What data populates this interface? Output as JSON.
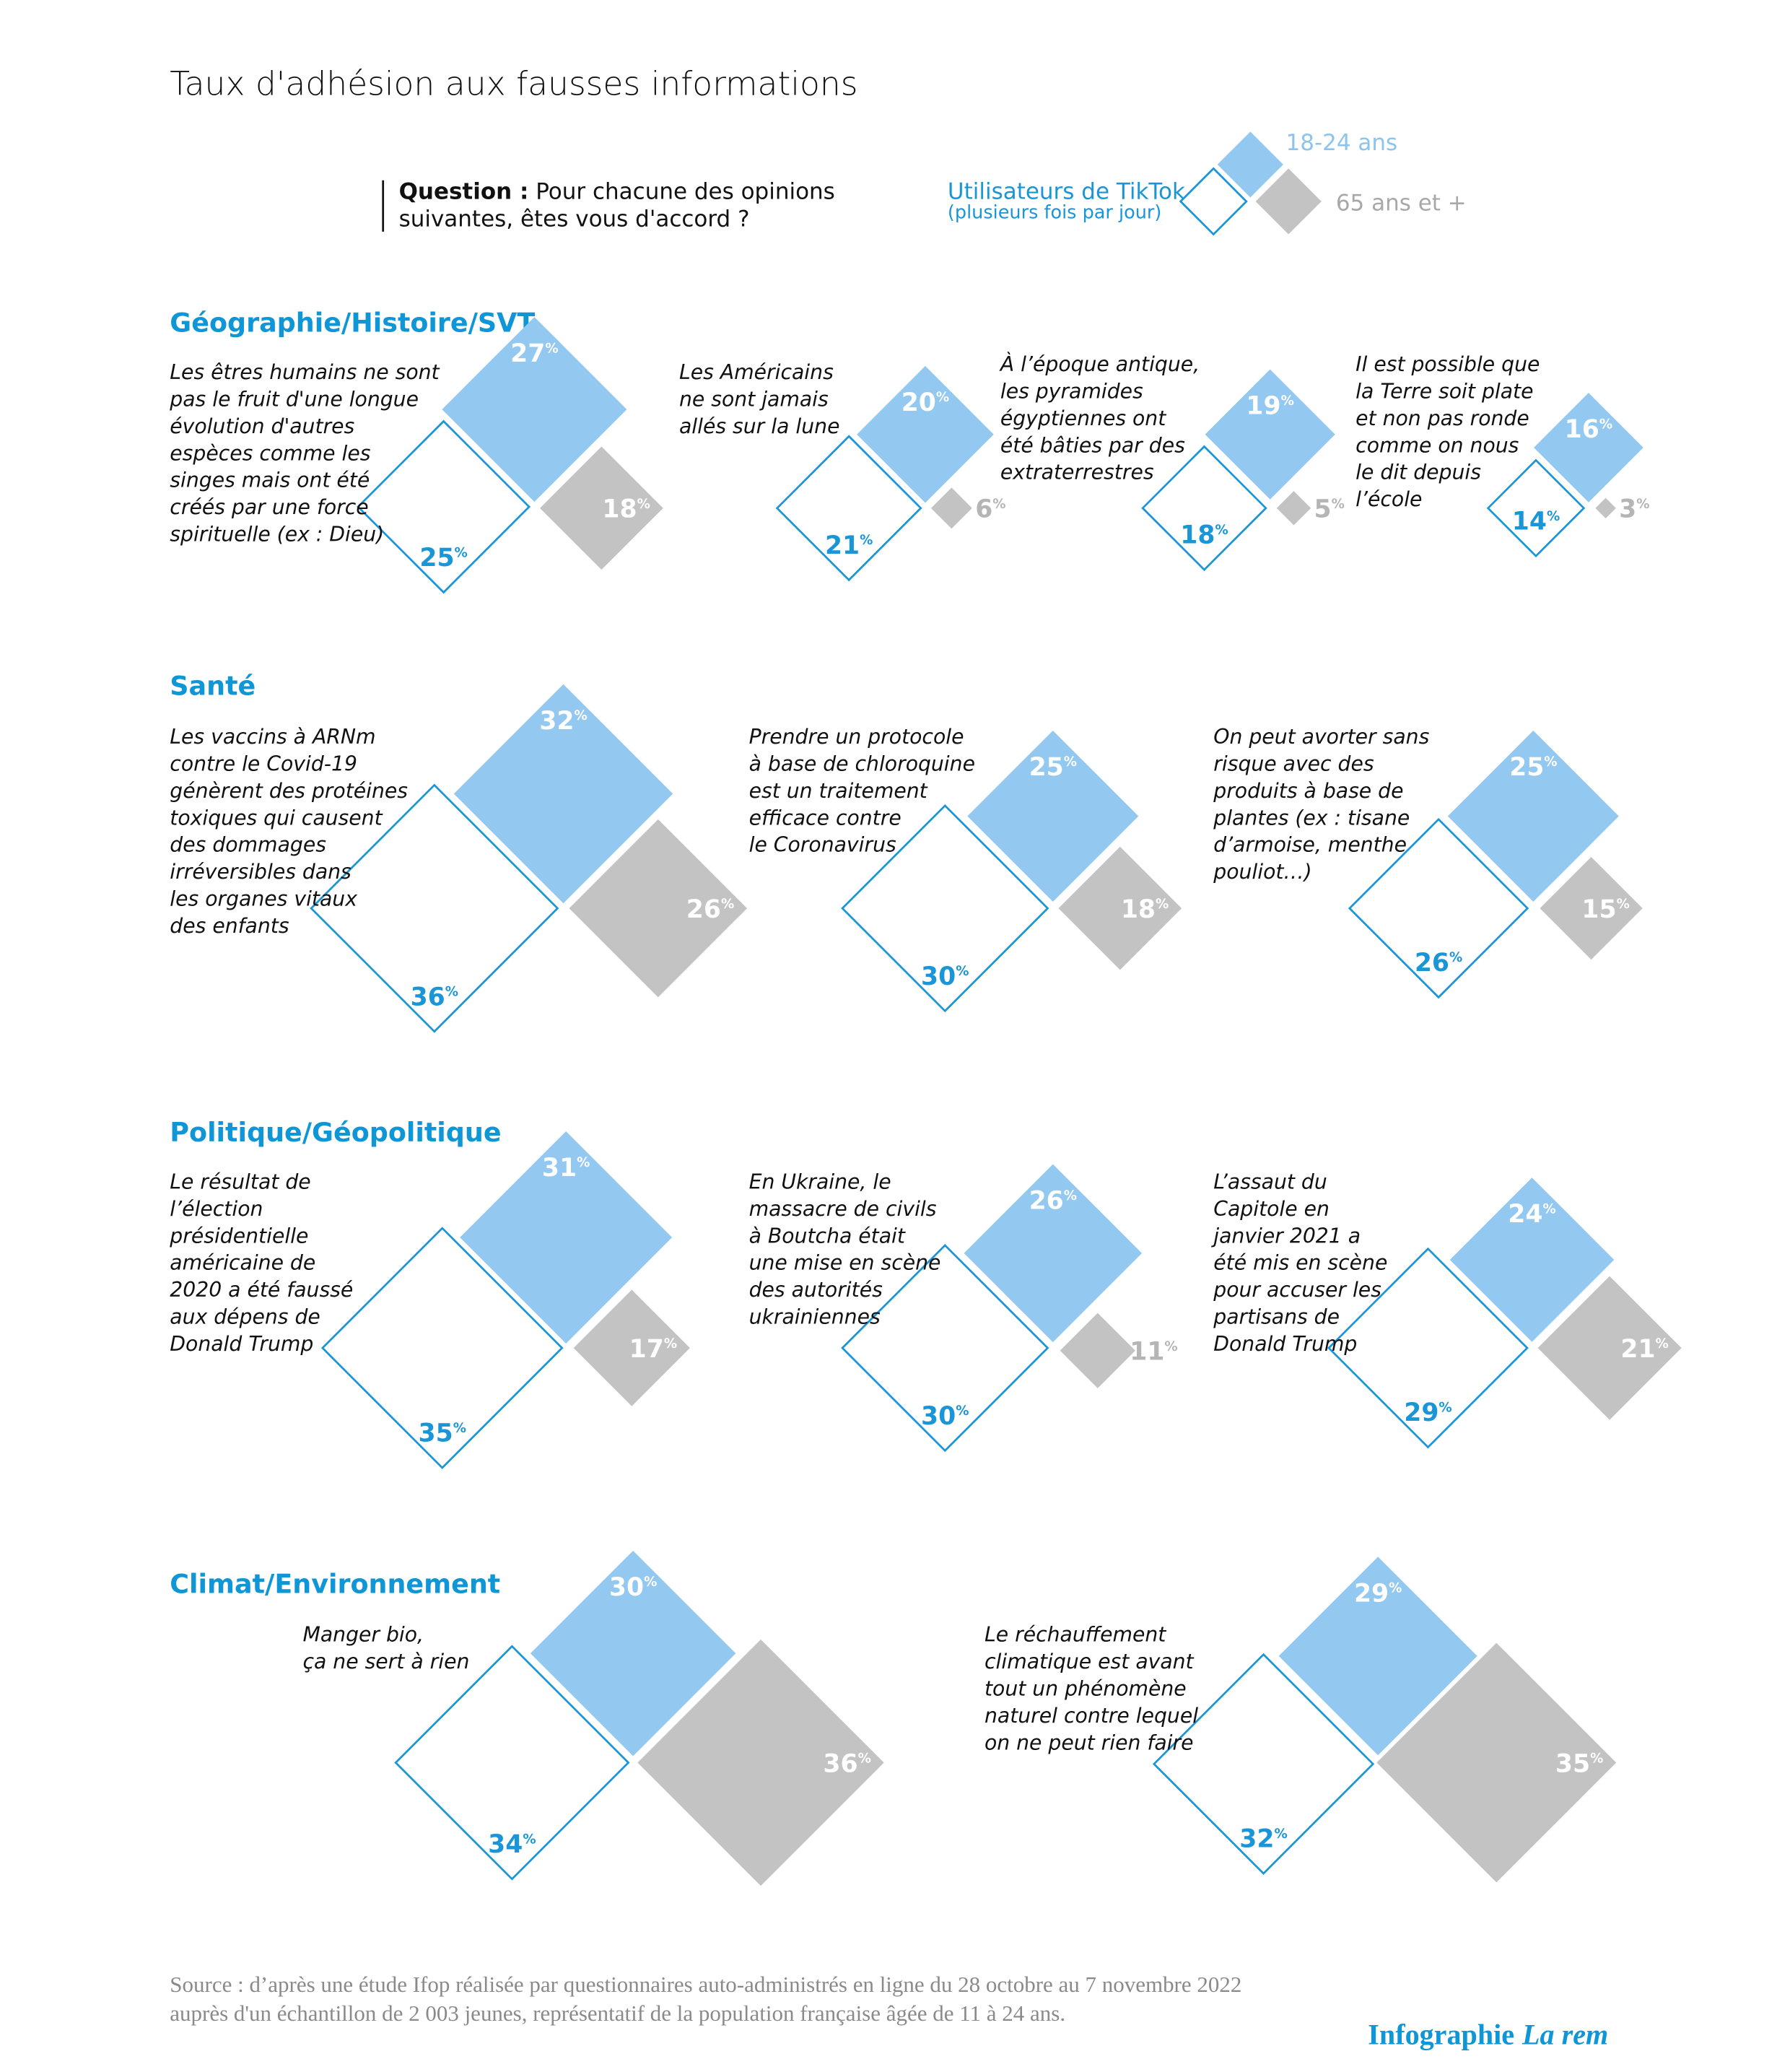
{
  "chart_data": {
    "type": "diamond",
    "title": "Taux d'adhésion aux fausses informations",
    "question": {
      "label": "Question :",
      "line1": " Pour chacune des opinions",
      "line2": "suivantes, êtes vous d'accord ?"
    },
    "legend": {
      "tiktok_line1": "Utilisateurs de TikTok",
      "tiktok_line2": "(plusieurs fois par jour)",
      "young": "18-24 ans",
      "senior": "65 ans et +"
    },
    "percent_sign": "%",
    "unit": "%",
    "series": [
      "Utilisateurs de TikTok (plusieurs fois par jour)",
      "18-24 ans",
      "65 ans et +"
    ],
    "colors": {
      "tiktok": "#1a96d8",
      "young": "#93c8f0",
      "senior": "#c3c3c3"
    },
    "sections": [
      {
        "name": "Géographie/Histoire/SVT",
        "items": [
          {
            "statement": [
              "Les êtres humains ne sont",
              "pas le fruit d'une longue",
              "évolution d'autres",
              "espèces comme les",
              "singes mais ont été",
              "créés par une force",
              "spirituelle (ex : Dieu)"
            ],
            "tiktok": 25,
            "young": 27,
            "senior": 18
          },
          {
            "statement": [
              "Les Américains",
              "ne sont jamais",
              "allés sur la lune"
            ],
            "tiktok": 21,
            "young": 20,
            "senior": 6
          },
          {
            "statement": [
              "À l’époque antique,",
              "les pyramides",
              "égyptiennes ont",
              "été bâties par des",
              "extraterrestres"
            ],
            "tiktok": 18,
            "young": 19,
            "senior": 5
          },
          {
            "statement": [
              "Il est possible que",
              "la Terre soit plate",
              "et non pas ronde",
              "comme on nous",
              "le dit depuis",
              "l’école"
            ],
            "tiktok": 14,
            "young": 16,
            "senior": 3
          }
        ]
      },
      {
        "name": "Santé",
        "items": [
          {
            "statement": [
              "Les vaccins à ARNm",
              "contre le Covid-19",
              "génèrent des protéines",
              "toxiques qui causent",
              "des dommages",
              "irréversibles dans",
              "les organes vitaux",
              "des enfants"
            ],
            "tiktok": 36,
            "young": 32,
            "senior": 26
          },
          {
            "statement": [
              "Prendre un protocole",
              "à base de chloroquine",
              "est un traitement",
              "efficace contre",
              "le Coronavirus"
            ],
            "tiktok": 30,
            "young": 25,
            "senior": 18
          },
          {
            "statement": [
              "On peut avorter sans",
              "risque avec des",
              "produits à base de",
              "plantes (ex : tisane",
              "d’armoise, menthe",
              "pouliot…)"
            ],
            "tiktok": 26,
            "young": 25,
            "senior": 15
          }
        ]
      },
      {
        "name": "Politique/Géopolitique",
        "items": [
          {
            "statement": [
              "Le résultat de",
              "l’élection",
              "présidentielle",
              "américaine de",
              "2020 a été faussé",
              "aux dépens de",
              "Donald Trump"
            ],
            "tiktok": 35,
            "young": 31,
            "senior": 17
          },
          {
            "statement": [
              "En Ukraine, le",
              "massacre de civils",
              "à Boutcha était",
              "une mise en scène",
              "des autorités",
              "ukrainiennes"
            ],
            "tiktok": 30,
            "young": 26,
            "senior": 11
          },
          {
            "statement": [
              "L’assaut du",
              "Capitole en",
              "janvier 2021 a",
              "été mis en scène",
              "pour accuser les",
              "partisans de",
              "Donald Trump"
            ],
            "tiktok": 29,
            "young": 24,
            "senior": 21
          }
        ]
      },
      {
        "name": "Climat/Environnement",
        "items": [
          {
            "statement": [
              "Manger bio,",
              "ça ne sert à rien"
            ],
            "tiktok": 34,
            "young": 30,
            "senior": 36
          },
          {
            "statement": [
              "Le réchauffement",
              "climatique est avant",
              "tout un phénomène",
              "naturel contre lequel",
              "on ne peut rien faire"
            ],
            "tiktok": 32,
            "young": 29,
            "senior": 35
          }
        ]
      }
    ],
    "source": [
      "Source : d’après une étude Ifop réalisée par questionnaires auto-administrés en ligne du 28 octobre au 7 novembre 2022",
      "auprès d'un échantillon de 2 003 jeunes, représentatif de la population française âgée de 11 à 24 ans."
    ],
    "credit": {
      "main": "Infographie",
      "italic": "La rem"
    }
  }
}
